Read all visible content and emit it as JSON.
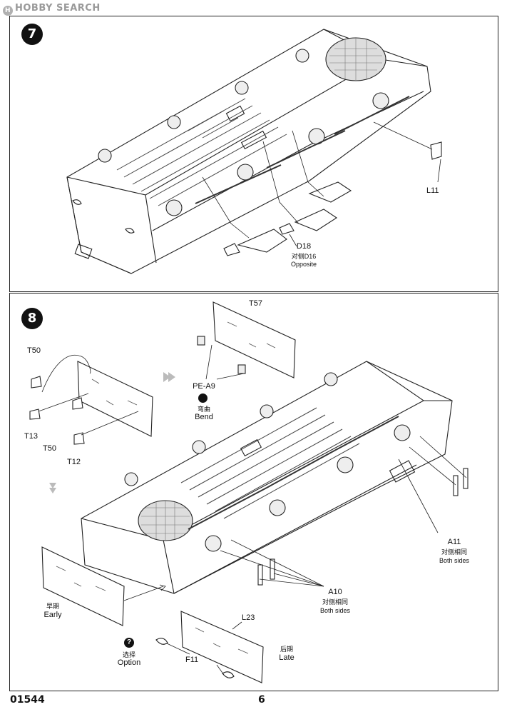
{
  "watermark": {
    "logo_text": "H",
    "text": "HOBBY SEARCH"
  },
  "step7": {
    "number": "7",
    "labels": {
      "l11": "L11",
      "d18": "D18",
      "d16_cn": "对侧D16",
      "opposite": "Opposite"
    }
  },
  "step8": {
    "number": "8",
    "labels": {
      "t57": "T57",
      "pe_a9": "PE-A9",
      "bend_cn": "弯曲",
      "bend": "Bend",
      "t50_top": "T50",
      "t13": "T13",
      "t50_mid": "T50",
      "t12": "T12",
      "a11": "A11",
      "a11_cn": "对侧相同",
      "a11_both": "Both sides",
      "a10": "A10",
      "a10_cn": "对侧相同",
      "a10_both": "Both sides",
      "early_cn": "早期",
      "early": "Early",
      "l23": "L23",
      "option_icon": "?",
      "option_cn": "选择",
      "option": "Option",
      "f11": "F11",
      "late_cn": "后期",
      "late": "Late"
    }
  },
  "footer": {
    "code": "01544",
    "page": "6"
  }
}
